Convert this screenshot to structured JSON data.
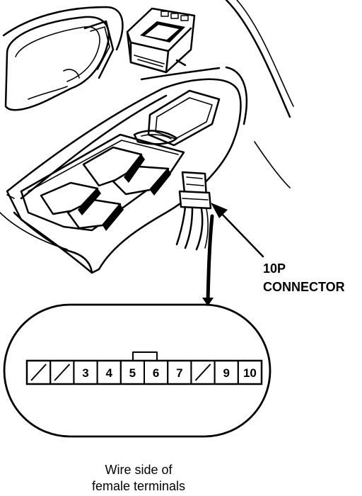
{
  "connector_label": {
    "line1": "10P",
    "line2": "CONNECTOR"
  },
  "terminals": [
    "",
    "",
    "3",
    "4",
    "5",
    "6",
    "7",
    "",
    "9",
    "10"
  ],
  "terminal_blocked": [
    true,
    true,
    false,
    false,
    false,
    false,
    false,
    true,
    false,
    false
  ],
  "caption": {
    "line1": "Wire side of",
    "line2": "female terminals"
  }
}
